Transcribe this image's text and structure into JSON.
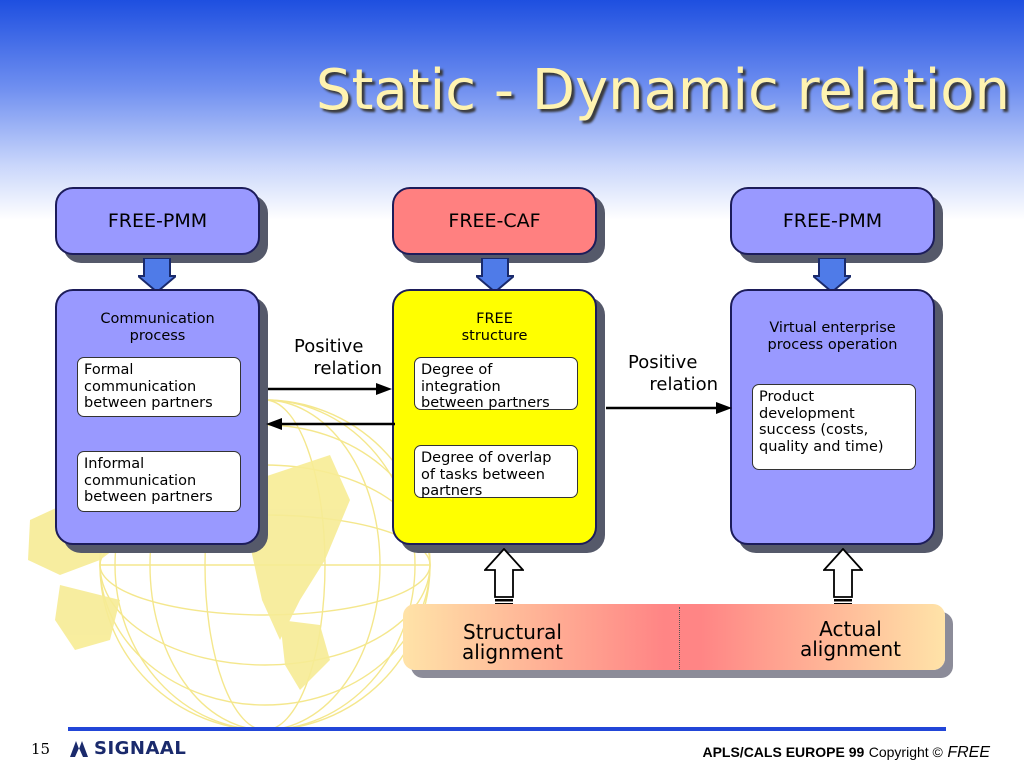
{
  "slide": {
    "title": "Static - Dynamic relation",
    "page_number": "15"
  },
  "left": {
    "header": "FREE-PMM",
    "panel_title": [
      "Communication",
      "process"
    ],
    "items": [
      [
        "Formal",
        "communication",
        "between partners"
      ],
      [
        "Informal",
        "communication",
        "between partners"
      ]
    ]
  },
  "center": {
    "header": "FREE-CAF",
    "panel_title": [
      "FREE",
      "structure"
    ],
    "items": [
      [
        "Degree of",
        "integration",
        "between partners"
      ],
      [
        "Degree of overlap",
        "of tasks between",
        "partners"
      ]
    ]
  },
  "right": {
    "header": "FREE-PMM",
    "panel_title": [
      "Virtual enterprise",
      "process operation"
    ],
    "items": [
      [
        "Product",
        "development",
        "success (costs,",
        "quality and time)"
      ]
    ]
  },
  "relations": {
    "left_label": [
      "Positive",
      "relation"
    ],
    "right_label": [
      "Positive",
      "relation"
    ]
  },
  "alignment": {
    "structural": [
      "Structural",
      "alignment"
    ],
    "actual": [
      "Actual",
      "alignment"
    ]
  },
  "footer": {
    "logo_text": "SIGNAAL",
    "conference": "APLS/CALS EUROPE 99",
    "copyright": "Copyright ©",
    "brand": "FREE"
  },
  "colors": {
    "blue_box": "#9999ff",
    "pink_box": "#ff8080",
    "yellow_box": "#ffff00",
    "title": "#fff3b0",
    "footer_line": "#2246d8"
  },
  "icons": {
    "down_arrow": "block-down-arrow-icon",
    "up_arrow": "hollow-up-arrow-icon",
    "logo": "signaal-logo-icon",
    "globe": "wireframe-globe-icon"
  }
}
